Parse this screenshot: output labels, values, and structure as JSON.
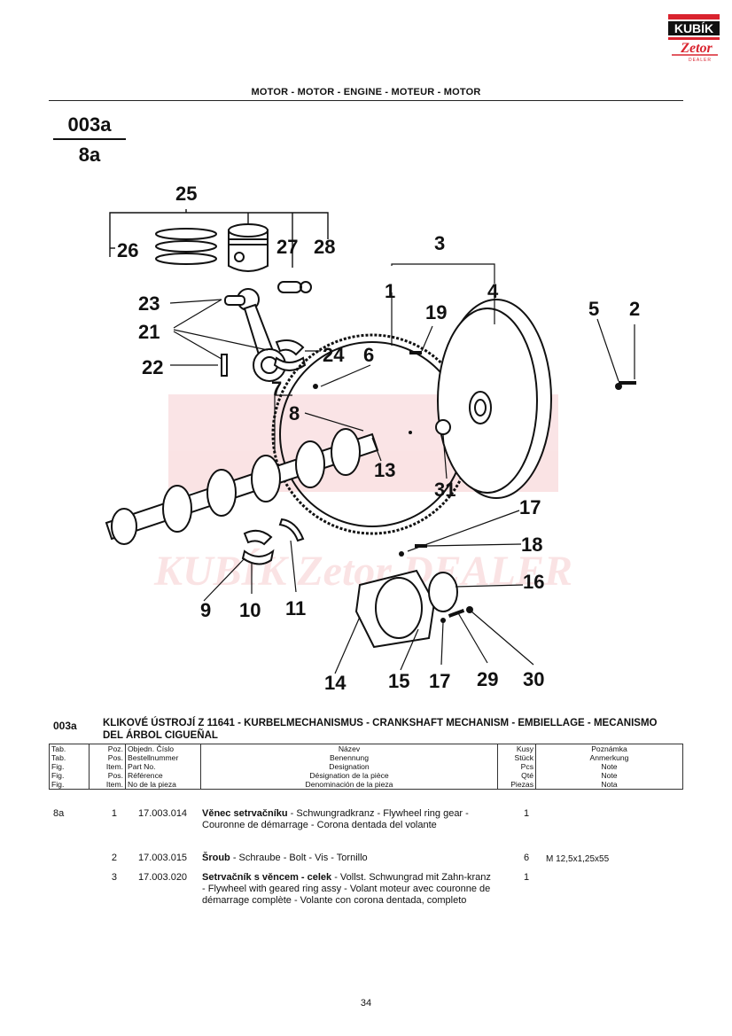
{
  "logo": {
    "top_text": "KUBÍK",
    "script_text": "Zetor",
    "sub_text": "DEALER"
  },
  "header": {
    "title": "MOTOR - MOTOR - ENGINE - MOTEUR - MOTOR"
  },
  "table_number": {
    "top": "003a",
    "bottom": "8a"
  },
  "diagram": {
    "callouts": [
      "25",
      "26",
      "27",
      "28",
      "3",
      "1",
      "4",
      "19",
      "5",
      "2",
      "23",
      "21",
      "22",
      "24",
      "6",
      "7",
      "8",
      "13",
      "31",
      "17",
      "18",
      "16",
      "9",
      "10",
      "11",
      "14",
      "15",
      "17",
      "29",
      "30"
    ],
    "watermark": "KUBÍK Zetor DEALER"
  },
  "section": {
    "code": "003a",
    "title": "KLIKOVÉ ÚSTROJÍ Z 11641 - KURBELMECHANISMUS - CRANKSHAFT MECHANISM - EMBIELLAGE - MECANISMO DEL ÁRBOL CIGUEÑAL"
  },
  "table_header": {
    "col_tab": [
      "Tab.",
      "Tab.",
      "Fig.",
      "Fig.",
      "Fig."
    ],
    "col_pos": [
      "Poz.",
      "Pos.",
      "Item.",
      "Pos.",
      "Item."
    ],
    "col_number": [
      "Objedn. Číslo",
      "Bestellnummer",
      "Part No.",
      "Référence",
      "No de la pieza"
    ],
    "col_name": [
      "Název",
      "Benennung",
      "Designation",
      "Désignation de la pièce",
      "Denominación de la pieza"
    ],
    "col_qty": [
      "Kusy",
      "Stück",
      "Pcs",
      "Qté",
      "Piezas"
    ],
    "col_note": [
      "Poznámka",
      "Anmerkung",
      "Note",
      "Note",
      "Nota"
    ]
  },
  "rows": [
    {
      "tab": "8a",
      "pos": "1",
      "number": "17.003.014",
      "name_bold": "Věnec setrvačníku",
      "name_rest": " - Schwungradkranz - Flywheel ring gear - Couronne de démarrage - Corona dentada del volante",
      "qty": "1",
      "note": ""
    },
    {
      "tab": "",
      "pos": "2",
      "number": "17.003.015",
      "name_bold": "Šroub",
      "name_rest": " - Schraube - Bolt - Vis - Tornillo",
      "qty": "6",
      "note": "M 12,5x1,25x55"
    },
    {
      "tab": "",
      "pos": "3",
      "number": "17.003.020",
      "name_bold": "Setrvačník s věncem - celek",
      "name_rest": " - Vollst. Schwungrad mit Zahn-kranz - Flywheel with geared ring assy - Volant moteur avec couronne de démarrage complète - Volante con corona dentada, completo",
      "qty": "1",
      "note": ""
    }
  ],
  "page": {
    "number": "34"
  },
  "colors": {
    "brand_red": "#d9232e",
    "ink": "#111111"
  }
}
